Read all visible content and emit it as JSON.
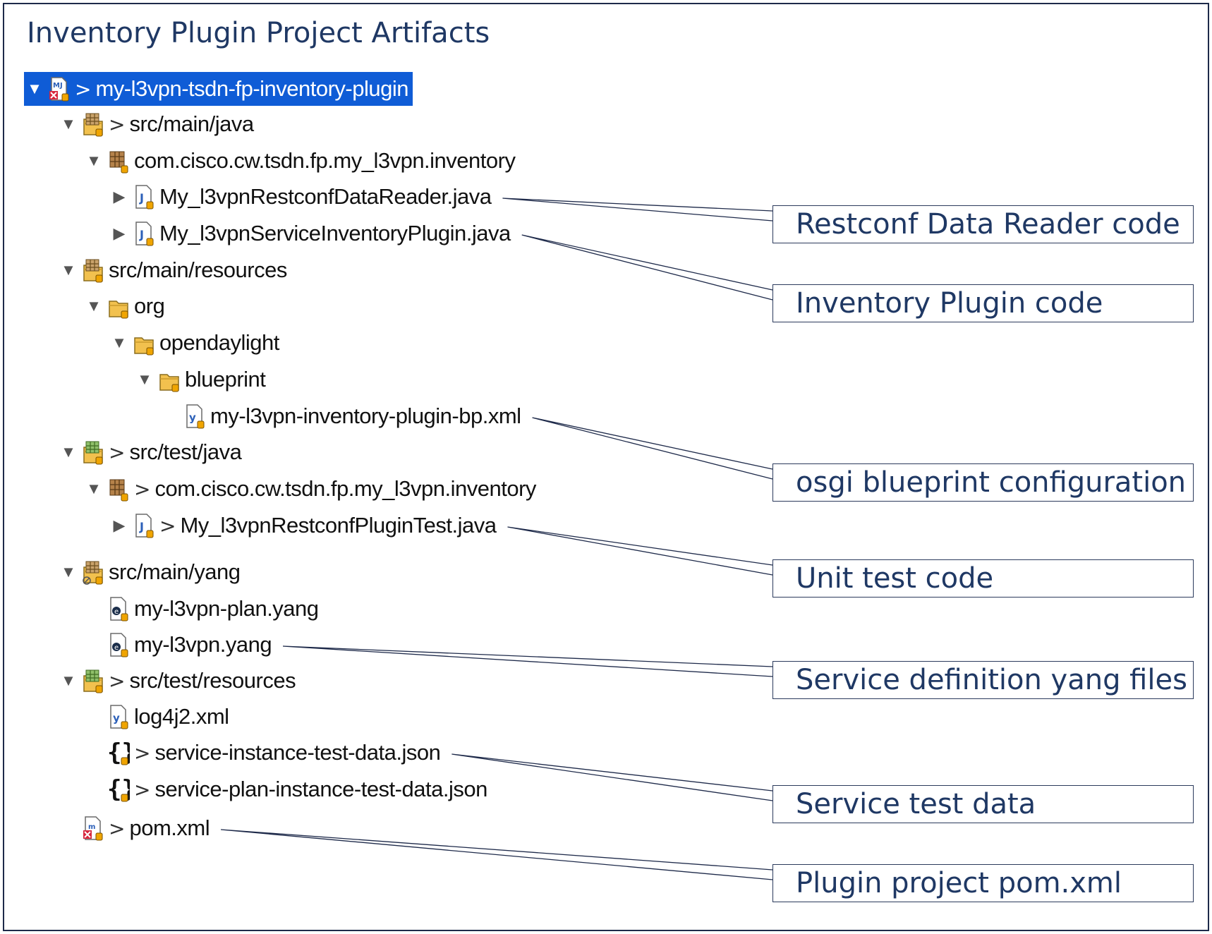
{
  "title": "Inventory Plugin Project Artifacts",
  "tree": [
    {
      "id": "root",
      "label": "my-l3vpn-tsdn-fp-inventory-plugin",
      "prefix": ">",
      "twisty": "open",
      "icon": "maven-project-error-icon",
      "depth": 0,
      "selected": true
    },
    {
      "id": "src-main-java",
      "label": "src/main/java",
      "prefix": ">",
      "twisty": "open",
      "icon": "source-folder-icon",
      "depth": 1
    },
    {
      "id": "pkg-main",
      "label": "com.cisco.cw.tsdn.fp.my_l3vpn.inventory",
      "prefix": "",
      "twisty": "open",
      "icon": "package-icon",
      "depth": 2
    },
    {
      "id": "reader-java",
      "label": "My_l3vpnRestconfDataReader.java",
      "prefix": "",
      "twisty": "closed",
      "icon": "java-file-icon",
      "depth": 3
    },
    {
      "id": "plugin-java",
      "label": "My_l3vpnServiceInventoryPlugin.java",
      "prefix": "",
      "twisty": "closed",
      "icon": "java-file-icon",
      "depth": 3
    },
    {
      "id": "src-main-resources",
      "label": "src/main/resources",
      "prefix": "",
      "twisty": "open",
      "icon": "source-folder-icon",
      "depth": 1
    },
    {
      "id": "org",
      "label": "org",
      "prefix": "",
      "twisty": "open",
      "icon": "folder-icon",
      "depth": 2
    },
    {
      "id": "opendaylight",
      "label": "opendaylight",
      "prefix": "",
      "twisty": "open",
      "icon": "folder-icon",
      "depth": 3
    },
    {
      "id": "blueprint",
      "label": "blueprint",
      "prefix": "",
      "twisty": "open",
      "icon": "folder-icon",
      "depth": 4
    },
    {
      "id": "bp-xml",
      "label": "my-l3vpn-inventory-plugin-bp.xml",
      "prefix": "",
      "twisty": "none",
      "icon": "xml-file-icon",
      "depth": 5
    },
    {
      "id": "src-test-java",
      "label": "src/test/java",
      "prefix": ">",
      "twisty": "open",
      "icon": "test-source-folder-icon",
      "depth": 1
    },
    {
      "id": "pkg-test",
      "label": "com.cisco.cw.tsdn.fp.my_l3vpn.inventory",
      "prefix": ">",
      "twisty": "open",
      "icon": "package-icon",
      "depth": 2
    },
    {
      "id": "test-java",
      "label": "My_l3vpnRestconfPluginTest.java",
      "prefix": ">",
      "twisty": "closed",
      "icon": "java-file-icon",
      "depth": 3
    },
    {
      "id": "src-main-yang",
      "label": "src/main/yang",
      "prefix": "",
      "twisty": "open",
      "icon": "yang-source-folder-icon",
      "depth": 1
    },
    {
      "id": "plan-yang",
      "label": "my-l3vpn-plan.yang",
      "prefix": "",
      "twisty": "none",
      "icon": "yang-file-icon",
      "depth": 2
    },
    {
      "id": "l3vpn-yang",
      "label": "my-l3vpn.yang",
      "prefix": "",
      "twisty": "none",
      "icon": "yang-file-icon",
      "depth": 2
    },
    {
      "id": "src-test-resources",
      "label": "src/test/resources",
      "prefix": ">",
      "twisty": "open",
      "icon": "test-source-folder-icon",
      "depth": 1
    },
    {
      "id": "log4j2",
      "label": "log4j2.xml",
      "prefix": "",
      "twisty": "none",
      "icon": "xml-file-icon",
      "depth": 2
    },
    {
      "id": "si-json",
      "label": "service-instance-test-data.json",
      "prefix": ">",
      "twisty": "none",
      "icon": "json-file-icon",
      "depth": 2
    },
    {
      "id": "spi-json",
      "label": "service-plan-instance-test-data.json",
      "prefix": ">",
      "twisty": "none",
      "icon": "json-file-icon",
      "depth": 2
    },
    {
      "id": "pom",
      "label": "pom.xml",
      "prefix": ">",
      "twisty": "none",
      "icon": "pom-file-error-icon",
      "depth": 1
    }
  ],
  "callouts": [
    {
      "id": "reader",
      "label": "Restconf Data Reader code",
      "target": "reader-java"
    },
    {
      "id": "plugin",
      "label": "Inventory Plugin code",
      "target": "plugin-java"
    },
    {
      "id": "bp",
      "label": "osgi blueprint configuration",
      "target": "bp-xml"
    },
    {
      "id": "unit",
      "label": "Unit test code",
      "target": "test-java"
    },
    {
      "id": "yang",
      "label": "Service definition yang files",
      "target": "l3vpn-yang"
    },
    {
      "id": "testdata",
      "label": "Service test data",
      "target": "si-json"
    },
    {
      "id": "pom",
      "label": "Plugin project pom.xml",
      "target": "pom"
    }
  ],
  "colors": {
    "title": "#1f3864",
    "selection": "#0f5cd6",
    "leader": "#1e2a4a"
  }
}
